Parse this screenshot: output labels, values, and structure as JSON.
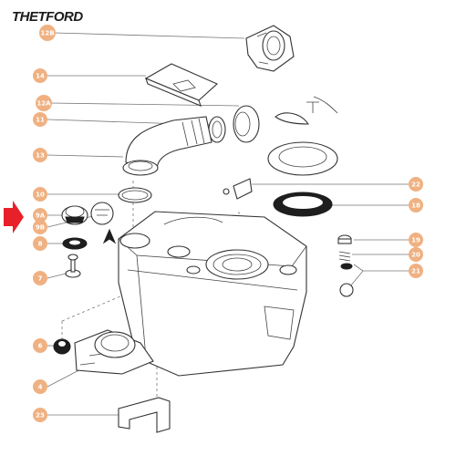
{
  "brand": {
    "logo_text": "THETFORD"
  },
  "callouts": [
    {
      "id": "c12b",
      "label": "12B"
    },
    {
      "id": "c14",
      "label": "14"
    },
    {
      "id": "c12a",
      "label": "12A"
    },
    {
      "id": "c11",
      "label": "11"
    },
    {
      "id": "c13",
      "label": "13"
    },
    {
      "id": "c10",
      "label": "10"
    },
    {
      "id": "c9a",
      "label": "9A"
    },
    {
      "id": "c9b",
      "label": "9B"
    },
    {
      "id": "c8",
      "label": "8"
    },
    {
      "id": "c7",
      "label": "7"
    },
    {
      "id": "c6",
      "label": "6"
    },
    {
      "id": "c4",
      "label": "4"
    },
    {
      "id": "c23",
      "label": "23"
    },
    {
      "id": "c22",
      "label": "22"
    },
    {
      "id": "c18",
      "label": "18"
    },
    {
      "id": "c19",
      "label": "19"
    },
    {
      "id": "c20",
      "label": "20"
    },
    {
      "id": "c21",
      "label": "21"
    }
  ],
  "colors": {
    "badge": "#f0b182",
    "pointer_arrow": "#e8202a",
    "ink": "#333333"
  }
}
